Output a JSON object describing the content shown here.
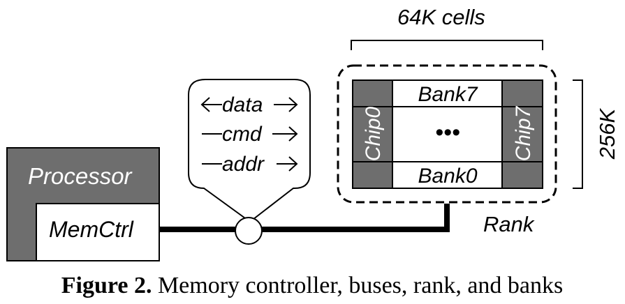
{
  "processor": {
    "label": "Processor",
    "memctrl_label": "MemCtrl"
  },
  "bus": {
    "signals": [
      {
        "name": "data",
        "direction": "bidirectional"
      },
      {
        "name": "cmd",
        "direction": "outgoing"
      },
      {
        "name": "addr",
        "direction": "outgoing"
      }
    ]
  },
  "rank": {
    "label": "Rank",
    "width_label": "64K cells",
    "height_label": "256K",
    "chip_first": "Chip0",
    "chip_last": "Chip7",
    "bank_top": "Bank7",
    "bank_bottom": "Bank0",
    "bank_ellipsis": "•••"
  },
  "caption": {
    "prefix": "Figure 2.",
    "text": " Memory controller, buses, rank, and banks"
  },
  "colors": {
    "chip_fill": "#6e6e6e",
    "processor_fill": "#6e6e6e",
    "line": "#000000"
  }
}
